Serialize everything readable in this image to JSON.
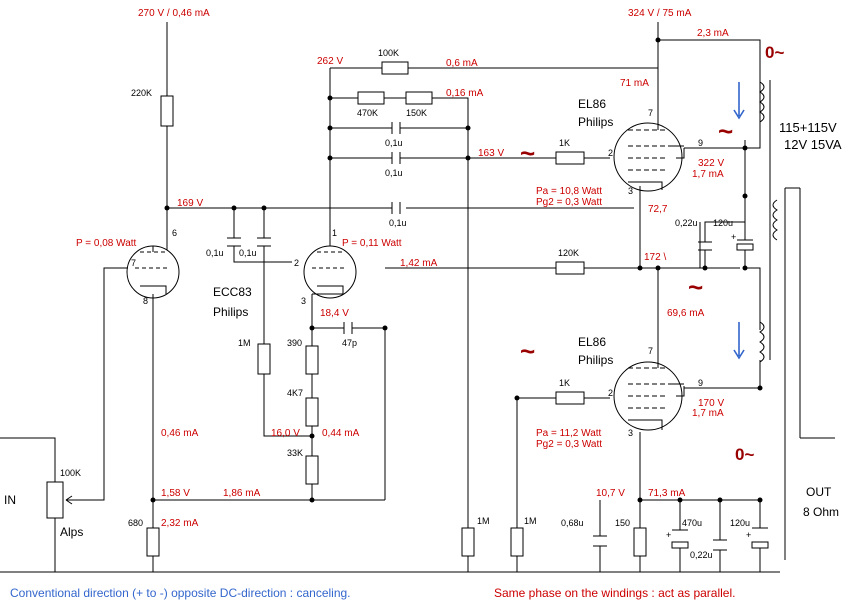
{
  "supply": {
    "input_stage": "270 V / 0,46 mA",
    "output_stage": "324 V / 75 mA",
    "driver_anode": "262 V"
  },
  "currents": {
    "c_2_3": "2,3 mA",
    "c_0_6": "0,6 mA",
    "c_0_16": "0,16 mA",
    "c_71": "71 mA",
    "c_1_42": "1,42 mA",
    "c_69_6": "69,6 mA",
    "c_0_46": "0,46 mA",
    "c_0_44": "0,44 mA",
    "c_1_86": "1,86 mA",
    "c_2_32": "2,32 mA",
    "c_71_3": "71,3 mA"
  },
  "voltages": {
    "v_163": "163 V",
    "v_169": "169 V",
    "v_322": "322 V",
    "v_1_7a": "1,7 mA",
    "v_72_7": "72,7",
    "v_172": "172 \\",
    "v_18_4": "18,4 V",
    "v_16_0": "16,0 V",
    "v_1_58": "1,58 V",
    "v_170": "170 V",
    "v_1_7b": "1,7 mA",
    "v_10_7": "10,7 V"
  },
  "power": {
    "p1": "P = 0,08 Watt",
    "p2": "P = 0,11 Watt",
    "pa_top": "Pa   = 10,8 Watt",
    "pg2_top": "Pg2 =  0,3 Watt",
    "pa_bot": "Pa   = 11,2 Watt",
    "pg2_bot": "Pg2 =  0,3 Watt"
  },
  "components": {
    "r220k": "220K",
    "r100k_fb": "100K",
    "r470k": "470K",
    "r150k": "150K",
    "c01u_a": "0,1u",
    "c01u_b": "0,1u",
    "c01u_c": "0,1u",
    "c01u_d": "0,1u",
    "c01u_e": "0,1u",
    "r1k_top": "1K",
    "r1k_bot": "1K",
    "r120k": "120K",
    "r1m_a": "1M",
    "r1m_b": "1M",
    "r1m_c": "1M",
    "r390": "390",
    "r4k7": "4K7",
    "r33k": "33K",
    "c47p": "47p",
    "r100k_pot": "100K",
    "r680": "680",
    "c068u": "0,68u",
    "r150": "150",
    "c470u": "470u",
    "c120u_top": "120u",
    "c120u_bot": "120u",
    "c022u_top": "0,22u",
    "c022u_bot": "0,22u"
  },
  "tubes": {
    "ecc83_name": "ECC83",
    "ecc83_brand": "Philips",
    "el86_top_name": "EL86",
    "el86_top_brand": "Philips",
    "el86_bot_name": "EL86",
    "el86_bot_brand": "Philips"
  },
  "pins": {
    "p6": "6",
    "p7a": "7",
    "p8": "8",
    "p1": "1",
    "p2a": "2",
    "p3a": "3",
    "p7b": "7",
    "p2b": "2",
    "p3b": "3",
    "p9a": "9",
    "p7c": "7",
    "p2c": "2",
    "p3c": "3",
    "p9b": "9"
  },
  "labels": {
    "in": "IN",
    "pot_brand": "Alps",
    "out": "OUT",
    "out_ohm": "8 Ohm",
    "transformer_primary": "115+115V",
    "transformer_secondary": "12V 15VA",
    "zero_top": "0~",
    "zero_bot": "0~",
    "tilde": "~",
    "note_left": "Conventional direction (+ to -) opposite DC-direction : canceling.",
    "note_right": "Same phase on the windings : act as parallel."
  }
}
